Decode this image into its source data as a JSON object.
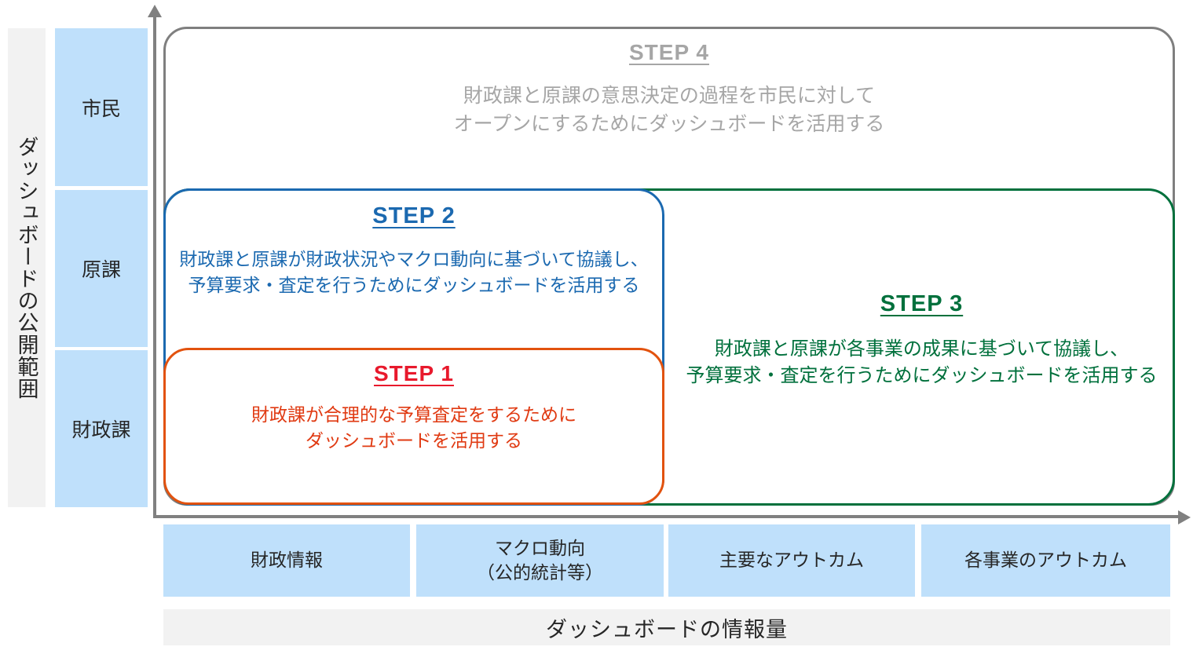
{
  "axes": {
    "y_title": "ダッシュボードの公開範囲",
    "x_title": "ダッシュボードの情報量",
    "y_categories": [
      {
        "label": "市民"
      },
      {
        "label": "原課"
      },
      {
        "label": "財政課"
      }
    ],
    "x_categories": [
      {
        "label": "財政情報"
      },
      {
        "label": "マクロ動向\n（公的統計等）"
      },
      {
        "label": "主要なアウトカム"
      },
      {
        "label": "各事業のアウトカム"
      }
    ]
  },
  "steps": {
    "step1": {
      "title": "STEP 1",
      "body": "財政課が合理的な予算査定をするために\nダッシュボードを活用する",
      "color": "#e03a12",
      "border_color": "#e2520e"
    },
    "step2": {
      "title": "STEP  2",
      "body": "財政課と原課が財政状況やマクロ動向に基づいて協議し、\n予算要求・査定を行うためにダッシュボードを活用する",
      "color": "#1b69b0",
      "border_color": "#1b69b0"
    },
    "step3": {
      "title": "STEP 3",
      "body": "財政課と原課が各事業の成果に基づいて協議し、\n予算要求・査定を行うためにダッシュボードを活用する",
      "color": "#00703c",
      "border_color": "#00703c"
    },
    "step4": {
      "title": "STEP 4",
      "body": "財政課と原課の意思決定の過程を市民に対して\nオープンにするためにダッシュボードを活用する",
      "color": "#a6a6a6",
      "border_color": "#7f7f7f"
    }
  },
  "palette": {
    "category_fill": "#bfe0fb",
    "axis_title_fill": "#f2f2f2",
    "axis_line": "#808080"
  }
}
